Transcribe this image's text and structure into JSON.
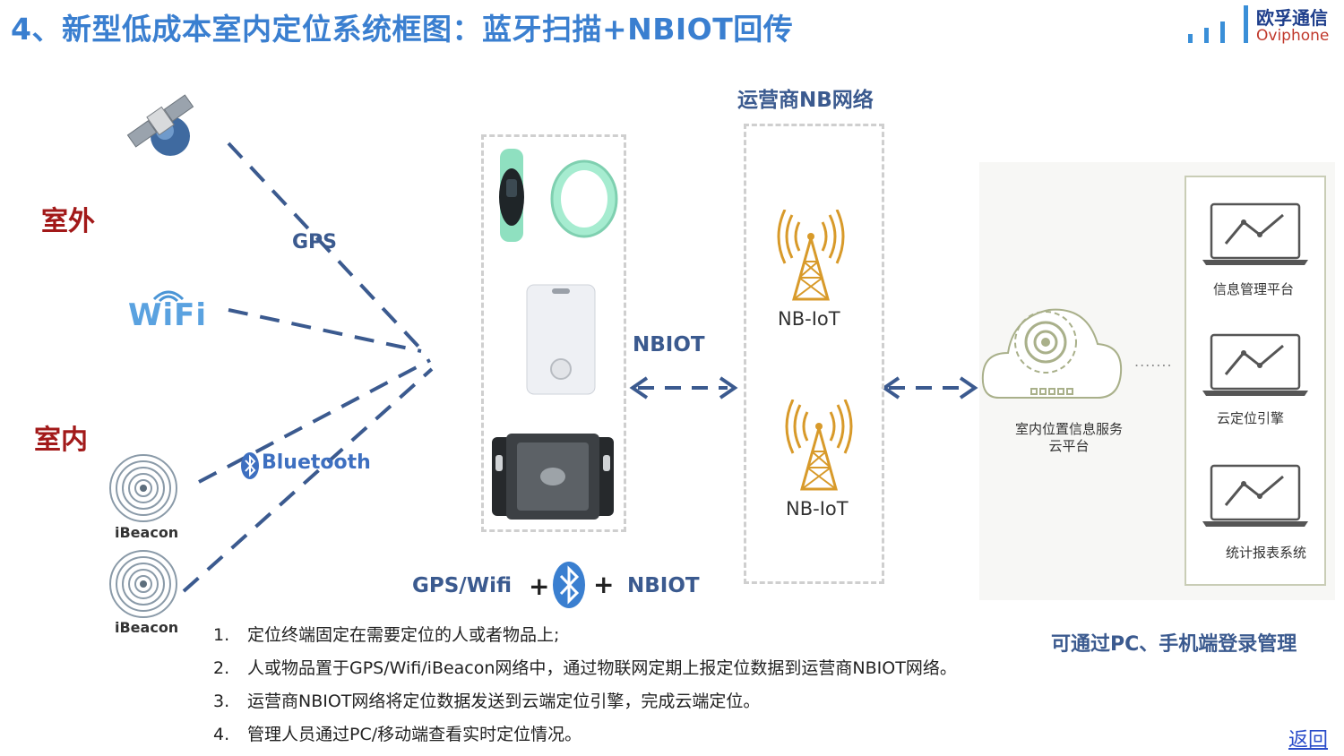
{
  "title": "4、新型低成本室内定位系统框图：蓝牙扫描+NBIOT回传",
  "logo": {
    "cn": "欧孚通信",
    "en": "Oviphone"
  },
  "labels": {
    "outdoor": "室外",
    "indoor": "室内",
    "gps": "GPS",
    "wifi": "WiFi",
    "bluetooth": "Bluetooth",
    "ibeacon": "iBeacon",
    "nbiot": "NBIOT",
    "carrier_network": "运营商NB网络",
    "nb_iot": "NB-IoT",
    "combo_gps_wifi": "GPS/Wifi",
    "combo_plus": "+",
    "combo_nbiot": "NBIOT",
    "cloud_platform_line1": "室内位置信息服务",
    "cloud_platform_line2": "云平台",
    "ellipsis": ".......",
    "info_platform": "信息管理平台",
    "cloud_engine": "云定位引擎",
    "report_system": "统计报表系统",
    "manage_note": "可通过PC、手机端登录管理"
  },
  "steps": [
    {
      "num": "1.",
      "text": "定位终端固定在需要定位的人或者物品上;"
    },
    {
      "num": "2.",
      "text": "人或物品置于GPS/Wifi/iBeacon网络中，通过物联网定期上报定位数据到运营商NBIOT网络。"
    },
    {
      "num": "3.",
      "text": "运营商NBIOT网络将定位数据发送到云端定位引擎，完成云端定位。"
    },
    {
      "num": "4.",
      "text": "管理人员通过PC/移动端查看实时定位情况。"
    }
  ],
  "back_link": "返回",
  "colors": {
    "title": "#3a7fd0",
    "accent_red": "#a21919",
    "dashed_line": "#3b5a8f",
    "tower": "#d89a2a",
    "cloud_stroke": "#a9b08a",
    "link": "#2a4cc9"
  }
}
